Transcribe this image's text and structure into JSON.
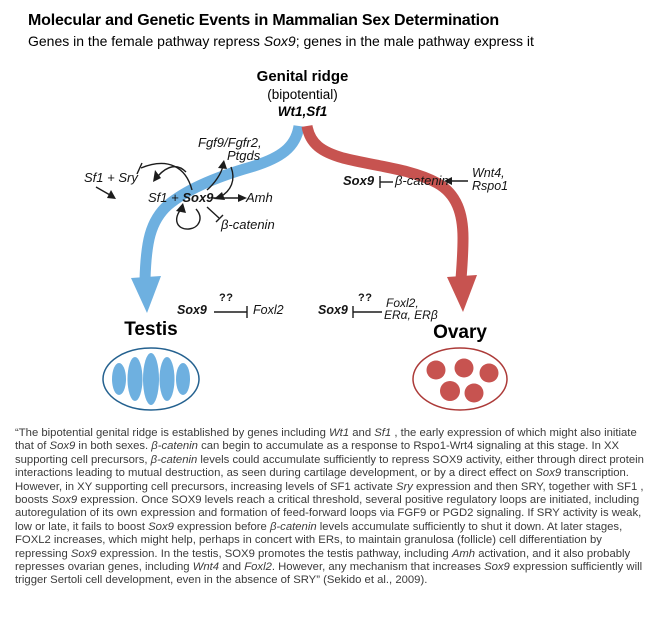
{
  "header": {
    "title": "Molecular and Genetic Events in Mammalian Sex Determination",
    "subtitle_segments": [
      {
        "t": "Genes in the female pathway repress "
      },
      {
        "t": "Sox9",
        "i": 1
      },
      {
        "t": "; genes in the male pathway express it"
      }
    ]
  },
  "diagram": {
    "source": {
      "name": "Genital ridge",
      "state": "(bipotential)",
      "genes": "Wt1,Sf1"
    },
    "male": {
      "fgf_line1": "Fgf9/Fgfr2,",
      "fgf_line2": "Ptgds",
      "sf1_sry": "Sf1 + Sry",
      "sf1_sox9_segments": [
        {
          "t": "Sf1 + ",
          "i": 1
        },
        {
          "t": "Sox9",
          "i": 1,
          "b": 1
        }
      ],
      "amh": "Amh",
      "beta_catenin": "β-catenin",
      "sox9_foxl2": {
        "sox9": "Sox9",
        "question": "??",
        "target": "Foxl2"
      },
      "outcome": "Testis"
    },
    "female": {
      "sox9": "Sox9",
      "beta_catenin": "β-catenin",
      "wnt_line1": "Wnt4,",
      "wnt_line2": "Rspo1",
      "foxl2_sox9": {
        "sox9": "Sox9",
        "question": "??",
        "source_line1": "Foxl2,",
        "source_line2": "ERα, ERβ"
      },
      "outcome": "Ovary"
    },
    "colors": {
      "male": "#6EB0E0",
      "male_outline": "#24618F",
      "female": "#C75350",
      "female_outline": "#AC3A38"
    }
  },
  "caption": {
    "segments": [
      {
        "t": "“The bipotential genital ridge is established by genes including "
      },
      {
        "t": "Wt1",
        "i": 1
      },
      {
        "t": " and "
      },
      {
        "t": "Sf1",
        "i": 1
      },
      {
        "t": " , the early expression of which might also initiate that of "
      },
      {
        "t": "Sox9",
        "i": 1
      },
      {
        "t": " in both sexes. "
      },
      {
        "t": "β-catenin",
        "i": 1
      },
      {
        "t": " can begin to accumulate as a response to Rspo1-Wrt4 signaling at this stage. In XX supporting cell precursors, "
      },
      {
        "t": "β-catenin",
        "i": 1
      },
      {
        "t": " levels could accumulate sufficiently to repress SOX9 activity, either through direct protein interactions leading to mutual destruction, as seen during cartilage development, or by a direct effect on "
      },
      {
        "t": "Sox9",
        "i": 1
      },
      {
        "t": " transcription. However, in XY supporting cell precursors, increasing levels of SF1 activate "
      },
      {
        "t": "Sry",
        "i": 1
      },
      {
        "t": " expression and then SRY, together with SF1 , boosts "
      },
      {
        "t": "Sox9",
        "i": 1
      },
      {
        "t": " expression. Once SOX9 levels reach a critical threshold, several positive regulatory loops are initiated, including autoregulation of its own expression and formation of feed-forward loops via FGF9 or PGD2 signaling. If SRY activity is weak, low or late, it fails to boost "
      },
      {
        "t": "Sox9",
        "i": 1
      },
      {
        "t": " expression before "
      },
      {
        "t": "β-catenin",
        "i": 1
      },
      {
        "t": " levels accumulate sufficiently to shut it down. At later stages, FOXL2 increases, which might help, perhaps in concert with ERs, to maintain granulosa (follicle) cell differentiation by repressing "
      },
      {
        "t": "Sox9",
        "i": 1
      },
      {
        "t": " expression. In the testis, SOX9 promotes the testis pathway, including "
      },
      {
        "t": "Amh",
        "i": 1
      },
      {
        "t": " activation, and it also probably represses ovarian genes, including "
      },
      {
        "t": "Wnt4",
        "i": 1
      },
      {
        "t": " and "
      },
      {
        "t": "Foxl2",
        "i": 1
      },
      {
        "t": ". However, any mechanism that increases "
      },
      {
        "t": "Sox9",
        "i": 1
      },
      {
        "t": " expression sufficiently will trigger Sertoli cell development, even in the absence of SRY” (Sekido et al., 2009)."
      }
    ]
  }
}
